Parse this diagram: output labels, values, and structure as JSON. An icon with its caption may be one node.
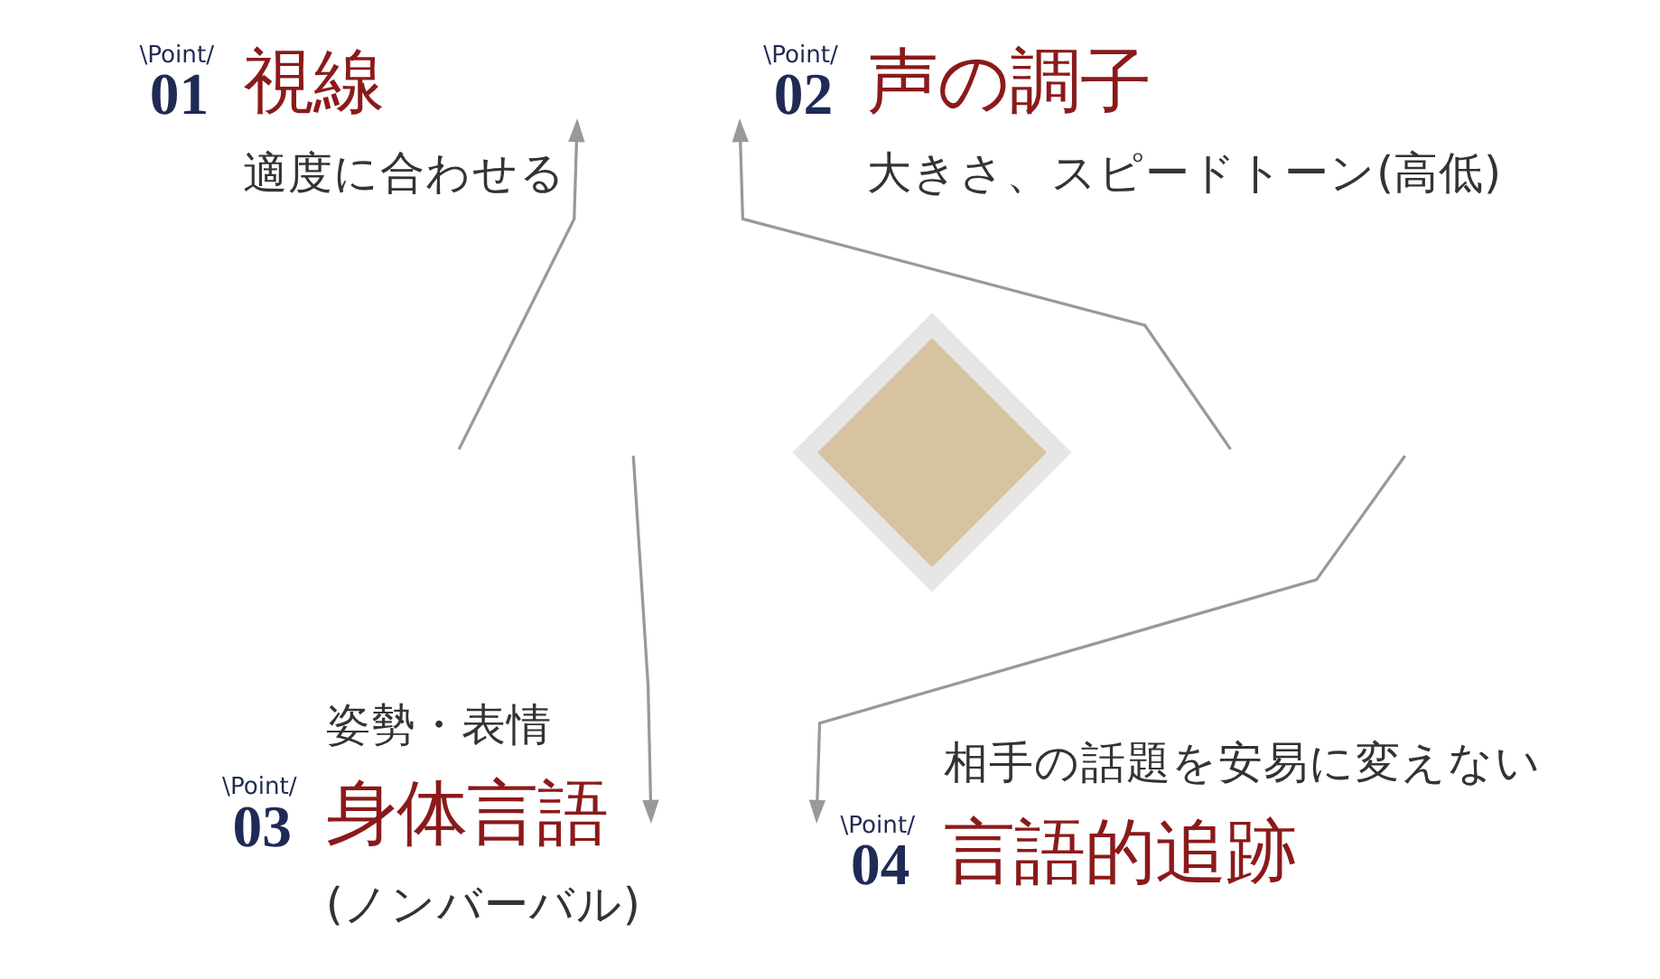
{
  "diagram": {
    "nodes": [
      {
        "text": [
          "\\Point/",
          "01",
          "視線",
          "適度に合わせる"
        ]
      },
      {
        "text": [
          "\\Point/",
          "02",
          "声の調子",
          "大きさ、スピードトーン(高低)"
        ]
      },
      {
        "text": [
          "姿勢・表情",
          "\\Point/",
          "03",
          "身体言語",
          "(ノンバーバル)"
        ]
      },
      {
        "text": [
          "相手の話題を安易に変えない",
          "\\Point/",
          "04",
          "言語的追跡"
        ]
      },
      {
        "text": [],
        "shape": "diamond"
      }
    ],
    "edges": [
      {
        "from": null,
        "to": 0,
        "arrow": "to"
      },
      {
        "from": null,
        "to": 1,
        "arrow": "to"
      },
      {
        "from": null,
        "to": 2,
        "arrow": "to"
      },
      {
        "from": null,
        "to": 3,
        "arrow": "to"
      }
    ]
  }
}
